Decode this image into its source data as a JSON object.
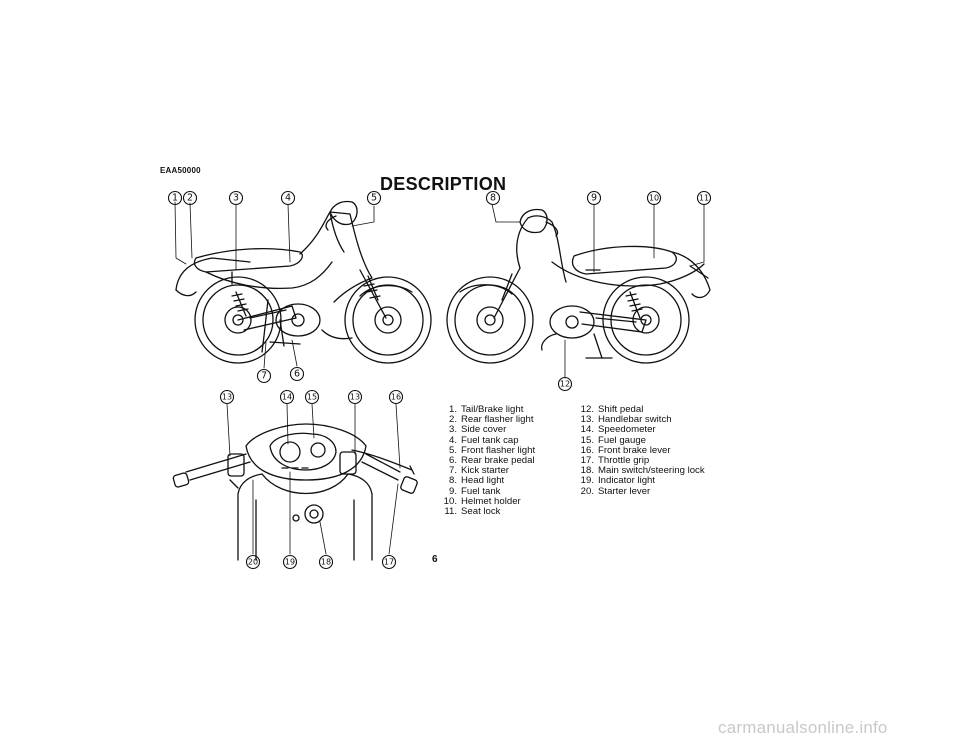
{
  "header": {
    "code": "EAA50000",
    "title": "DESCRIPTION"
  },
  "legend": {
    "left": [
      {
        "num": "1.",
        "label": "Tail/Brake light"
      },
      {
        "num": "2.",
        "label": "Rear flasher light"
      },
      {
        "num": "3.",
        "label": "Side cover"
      },
      {
        "num": "4.",
        "label": "Fuel tank cap"
      },
      {
        "num": "5.",
        "label": "Front flasher light"
      },
      {
        "num": "6.",
        "label": "Rear brake pedal"
      },
      {
        "num": "7.",
        "label": "Kick starter"
      },
      {
        "num": "8.",
        "label": "Head light"
      },
      {
        "num": "9.",
        "label": "Fuel tank"
      },
      {
        "num": "10.",
        "label": "Helmet holder"
      },
      {
        "num": "11.",
        "label": "Seat lock"
      }
    ],
    "right": [
      {
        "num": "12.",
        "label": "Shift pedal"
      },
      {
        "num": "13.",
        "label": "Handlebar switch"
      },
      {
        "num": "14.",
        "label": "Speedometer"
      },
      {
        "num": "15.",
        "label": "Fuel gauge"
      },
      {
        "num": "16.",
        "label": "Front brake lever"
      },
      {
        "num": "17.",
        "label": "Throttle grip"
      },
      {
        "num": "18.",
        "label": "Main switch/steering lock"
      },
      {
        "num": "19.",
        "label": "Indicator light"
      },
      {
        "num": "20.",
        "label": "Starter lever"
      }
    ]
  },
  "callouts": {
    "c1": "1",
    "c2": "2",
    "c3": "3",
    "c4": "4",
    "c5": "5",
    "c6": "6",
    "c7": "7",
    "c8": "8",
    "c9": "9",
    "c10": "10",
    "c11": "11",
    "c12": "12",
    "c13a": "13",
    "c14": "14",
    "c15": "15",
    "c13b": "13",
    "c16": "16",
    "c17": "17",
    "c18": "18",
    "c19": "19",
    "c20": "20"
  },
  "page_number": "6",
  "watermark": "carmanualsonline.info"
}
